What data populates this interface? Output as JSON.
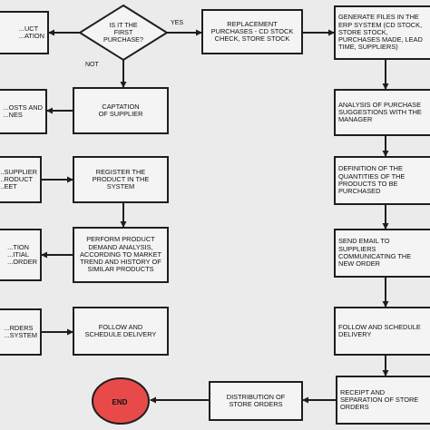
{
  "decision": {
    "text": "IS IT THE\nFIRST\nPURCHASE?",
    "yes_label": "YES",
    "no_label": "NOT"
  },
  "boxes": {
    "b_top_left": "...UCT\n...ATION",
    "b_replacement": "REPLACEMENT\nPURCHASES - CD STOCK\nCHECK, STORE STOCK",
    "b_generate": "GENERATE FILES IN THE\nERP SYSTEM (CD STOCK,\nSTORE STOCK,\nPURCHASES MADE, LEAD\nTIME, SUPPLIERS)",
    "b_costs": "...OSTS AND\n...NES",
    "b_captation": "CAPTATION\nOF SUPPLIER",
    "b_analysis": "ANALYSIS OF PURCHASE\nSUGGESTIONS WITH THE\nMANAGER",
    "b_supplier_product": "...SUPPLIER\n...RODUCT\n...EET",
    "b_register": "REGISTER THE\nPRODUCT IN THE\nSYSTEM",
    "b_definition": "DEFINITION OF THE\nQUANTITIES OF THE\nPRODUCTS TO BE\nPURCHASED",
    "b_initial_order": "...TION\n...ITIAL\n...ORDER",
    "b_demand": "PERFORM PRODUCT\nDEMAND ANALYSIS,\nACCORDING TO MARKET\nTREND AND HISTORY OF\nSIMILAR PRODUCTS",
    "b_email": "SEND EMAIL TO\nSUPPLIERS\nCOMMUNICATING THE\nNEW ORDER",
    "b_orders_system": "...RDERS\n...SYSTEM",
    "b_follow_left": "FOLLOW AND\nSCHEDULE DELIVERY",
    "b_follow_right": "FOLLOW AND SCHEDULE\nDELIVERY",
    "b_distribution": "DISTRIBUTION OF\nSTORE ORDERS",
    "b_receipt": "RECEIPT AND\nSEPARATION OF STORE\nORDERS"
  },
  "end": {
    "text": "END"
  },
  "colors": {
    "box_fill": "#f4f4f4",
    "stroke": "#1e1e1e",
    "end_fill": "#e84a4a",
    "background": "#ebebeb"
  }
}
